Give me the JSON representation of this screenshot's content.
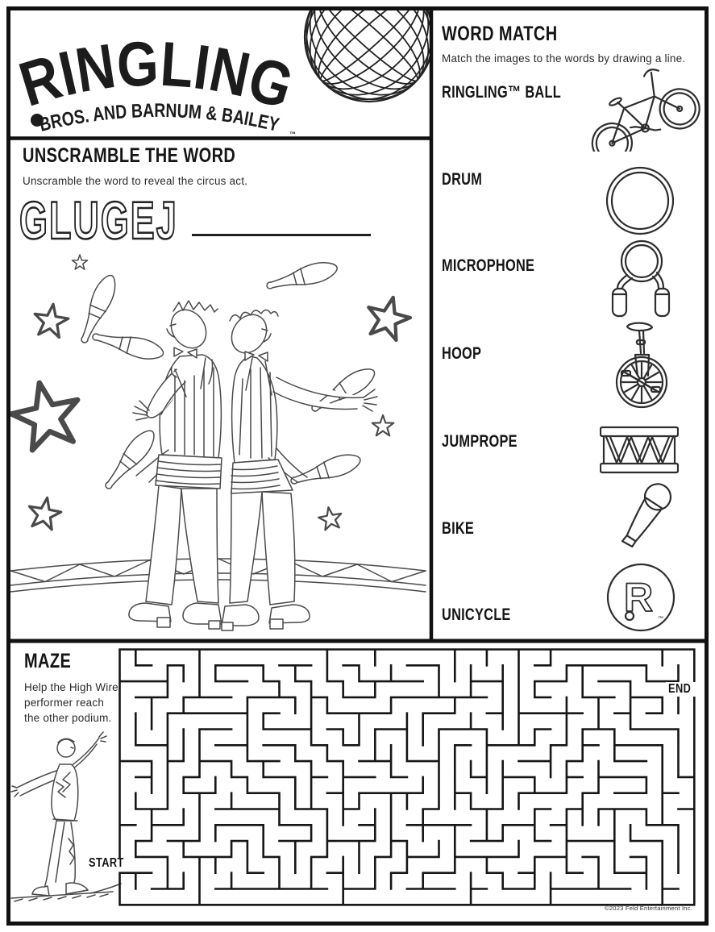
{
  "brand": {
    "name": "RINGLING",
    "sub": "BROS. AND BARNUM & BAILEY",
    "tm": "™"
  },
  "unscramble": {
    "title": "UNSCRAMBLE THE WORD",
    "instruction": "Unscramble the word to reveal the circus act.",
    "scrambled_word": "GLUGEJ"
  },
  "word_match": {
    "title": "WORD MATCH",
    "instruction": "Match the images to the words by drawing a line.",
    "words": [
      "RINGLING™ BALL",
      "DRUM",
      "MICROPHONE",
      "HOOP",
      "JUMPROPE",
      "BIKE",
      "UNICYCLE"
    ],
    "image_names": [
      "bike",
      "hoop",
      "jumprope",
      "unicycle",
      "drum",
      "microphone",
      "ringling-ball"
    ],
    "ball_monogram": "R",
    "ball_tm": "™"
  },
  "maze": {
    "title": "MAZE",
    "instruction": "Help the High Wire performer reach the other podium.",
    "start_label": "START",
    "end_label": "END",
    "grid": {
      "rows": 16,
      "cols": 36,
      "cell": 19.8,
      "seed": 20231,
      "entry_row": 13,
      "exit_row": 2
    }
  },
  "footer": {
    "copyright": "©2023 Feld Entertainment Inc."
  },
  "colors": {
    "ink": "#151515",
    "paper": "#ffffff",
    "maze_wall": "#161616"
  }
}
